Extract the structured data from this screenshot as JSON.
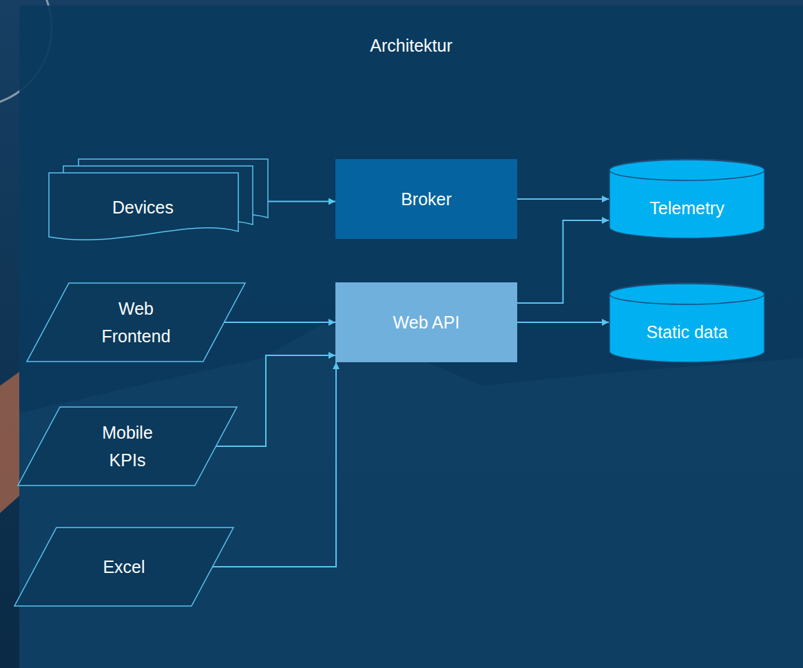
{
  "diagram": {
    "title": "Architektur",
    "nodes": [
      {
        "text": [
          "Devices"
        ]
      },
      {
        "text": [
          "Broker"
        ]
      },
      {
        "text": [
          "Telemetry"
        ]
      },
      {
        "text": [
          "Web Frontend"
        ]
      },
      {
        "text": [
          "Web API"
        ]
      },
      {
        "text": [
          "Static data"
        ]
      },
      {
        "text": [
          "Mobile KPIs"
        ]
      },
      {
        "text": [
          "Excel"
        ]
      }
    ],
    "edges": [
      {
        "from": 0,
        "to": 1,
        "arrow": "to"
      },
      {
        "from": 1,
        "to": 2,
        "arrow": "to"
      },
      {
        "from": 4,
        "to": 2,
        "arrow": "to"
      },
      {
        "from": 4,
        "to": 5,
        "arrow": "to"
      },
      {
        "from": 3,
        "to": 4,
        "arrow": "to"
      },
      {
        "from": 6,
        "to": 4,
        "arrow": "to"
      },
      {
        "from": 7,
        "to": 4,
        "arrow": "to"
      }
    ]
  }
}
